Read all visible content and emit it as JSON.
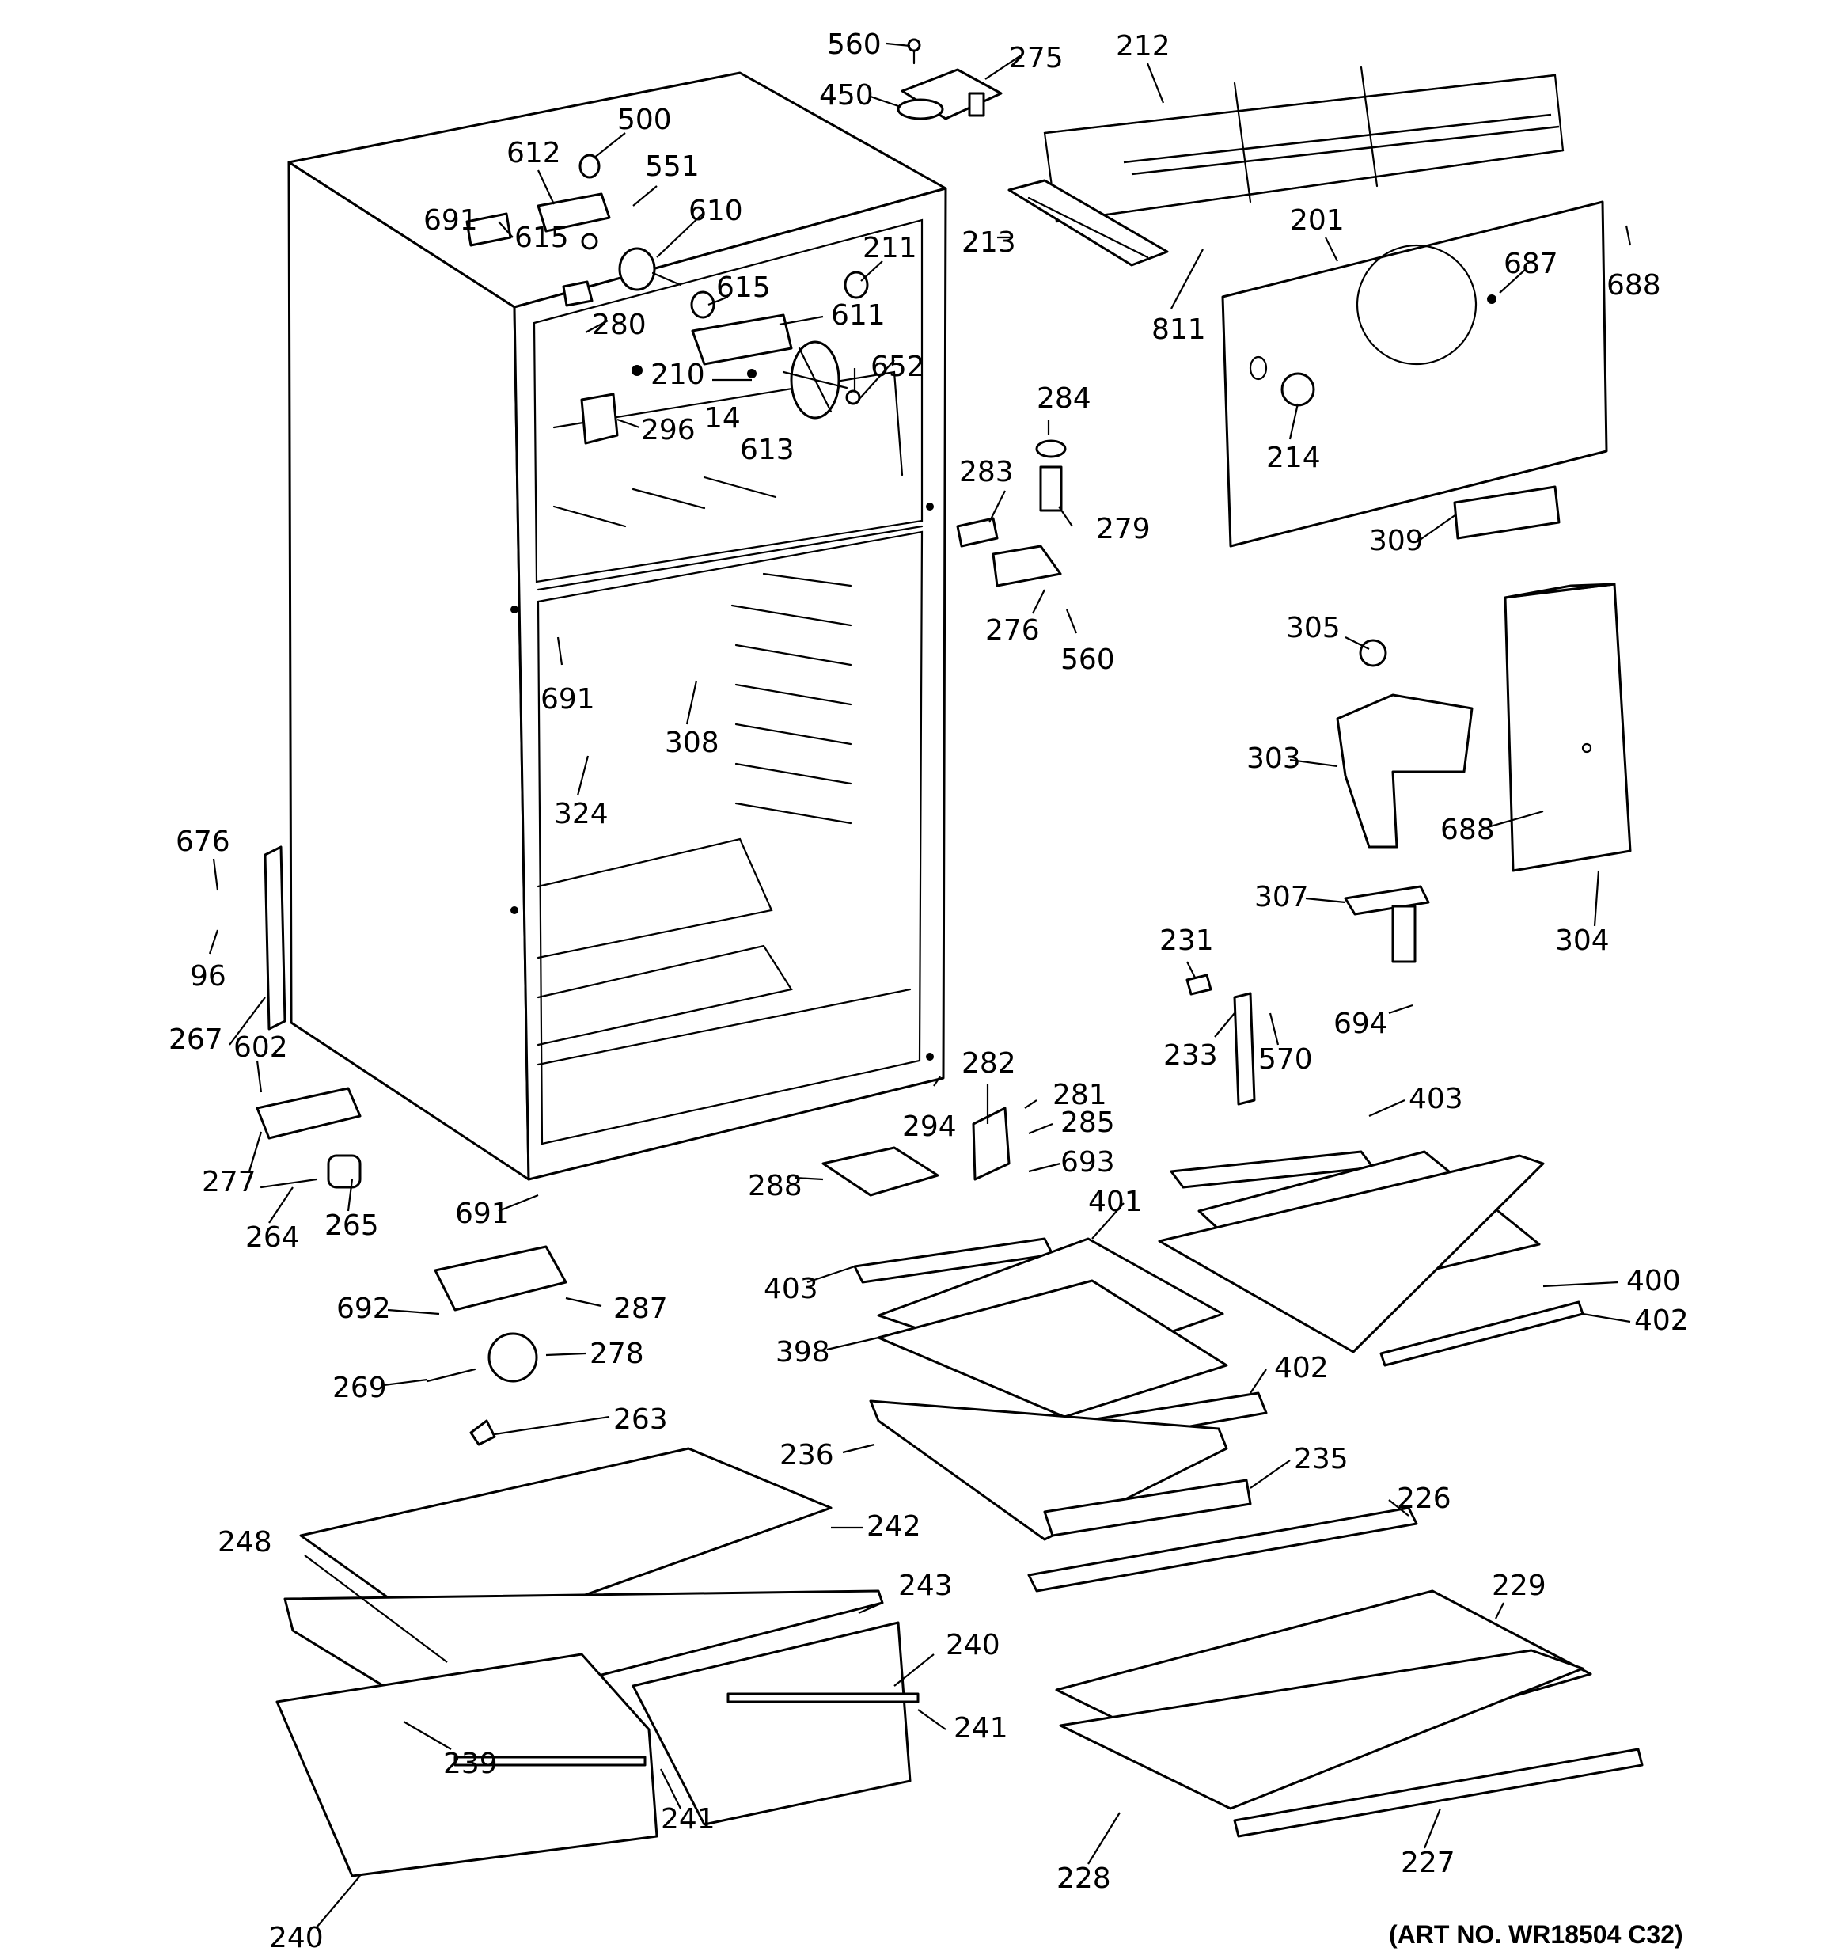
{
  "art_number": "(ART NO. WR18504 C32)",
  "callouts": [
    {
      "id": "c560a",
      "text": "560"
    },
    {
      "id": "c275",
      "text": "275"
    },
    {
      "id": "c450",
      "text": "450"
    },
    {
      "id": "c212",
      "text": "212"
    },
    {
      "id": "c500",
      "text": "500"
    },
    {
      "id": "c612",
      "text": "612"
    },
    {
      "id": "c551",
      "text": "551"
    },
    {
      "id": "c610",
      "text": "610"
    },
    {
      "id": "c691a",
      "text": "691"
    },
    {
      "id": "c615a",
      "text": "615"
    },
    {
      "id": "c615b",
      "text": "615"
    },
    {
      "id": "c211",
      "text": "211"
    },
    {
      "id": "c611",
      "text": "611"
    },
    {
      "id": "c280",
      "text": "280"
    },
    {
      "id": "c210",
      "text": "210"
    },
    {
      "id": "c652",
      "text": "652"
    },
    {
      "id": "c14",
      "text": "14"
    },
    {
      "id": "c296",
      "text": "296"
    },
    {
      "id": "c613",
      "text": "613"
    },
    {
      "id": "c213",
      "text": "213"
    },
    {
      "id": "c201",
      "text": "201"
    },
    {
      "id": "c687",
      "text": "687"
    },
    {
      "id": "c688a",
      "text": "688"
    },
    {
      "id": "c811",
      "text": "811"
    },
    {
      "id": "c214",
      "text": "214"
    },
    {
      "id": "c284",
      "text": "284"
    },
    {
      "id": "c283",
      "text": "283"
    },
    {
      "id": "c279",
      "text": "279"
    },
    {
      "id": "c309",
      "text": "309"
    },
    {
      "id": "c276",
      "text": "276"
    },
    {
      "id": "c560b",
      "text": "560"
    },
    {
      "id": "c305",
      "text": "305"
    },
    {
      "id": "c691b",
      "text": "691"
    },
    {
      "id": "c308",
      "text": "308"
    },
    {
      "id": "c324",
      "text": "324"
    },
    {
      "id": "c303",
      "text": "303"
    },
    {
      "id": "c688b",
      "text": "688"
    },
    {
      "id": "c676",
      "text": "676"
    },
    {
      "id": "c96",
      "text": "96"
    },
    {
      "id": "c267",
      "text": "267"
    },
    {
      "id": "c307",
      "text": "307"
    },
    {
      "id": "c304",
      "text": "304"
    },
    {
      "id": "c231",
      "text": "231"
    },
    {
      "id": "c233",
      "text": "233"
    },
    {
      "id": "c570",
      "text": "570"
    },
    {
      "id": "c694",
      "text": "694"
    },
    {
      "id": "c602",
      "text": "602"
    },
    {
      "id": "c282",
      "text": "282"
    },
    {
      "id": "c281",
      "text": "281"
    },
    {
      "id": "c285",
      "text": "285"
    },
    {
      "id": "c294",
      "text": "294"
    },
    {
      "id": "c693",
      "text": "693"
    },
    {
      "id": "c403a",
      "text": "403"
    },
    {
      "id": "c277",
      "text": "277"
    },
    {
      "id": "c288",
      "text": "288"
    },
    {
      "id": "c265",
      "text": "265"
    },
    {
      "id": "c264",
      "text": "264"
    },
    {
      "id": "c691c",
      "text": "691"
    },
    {
      "id": "c401",
      "text": "401"
    },
    {
      "id": "c403b",
      "text": "403"
    },
    {
      "id": "c400",
      "text": "400"
    },
    {
      "id": "c402a",
      "text": "402"
    },
    {
      "id": "c692",
      "text": "692"
    },
    {
      "id": "c287",
      "text": "287"
    },
    {
      "id": "c398",
      "text": "398"
    },
    {
      "id": "c278",
      "text": "278"
    },
    {
      "id": "c269",
      "text": "269"
    },
    {
      "id": "c402b",
      "text": "402"
    },
    {
      "id": "c263",
      "text": "263"
    },
    {
      "id": "c236",
      "text": "236"
    },
    {
      "id": "c235",
      "text": "235"
    },
    {
      "id": "c226",
      "text": "226"
    },
    {
      "id": "c242",
      "text": "242"
    },
    {
      "id": "c248",
      "text": "248"
    },
    {
      "id": "c243",
      "text": "243"
    },
    {
      "id": "c229",
      "text": "229"
    },
    {
      "id": "c240a",
      "text": "240"
    },
    {
      "id": "c241a",
      "text": "241"
    },
    {
      "id": "c239",
      "text": "239"
    },
    {
      "id": "c241b",
      "text": "241"
    },
    {
      "id": "c228",
      "text": "228"
    },
    {
      "id": "c227",
      "text": "227"
    },
    {
      "id": "c240b",
      "text": "240"
    }
  ]
}
